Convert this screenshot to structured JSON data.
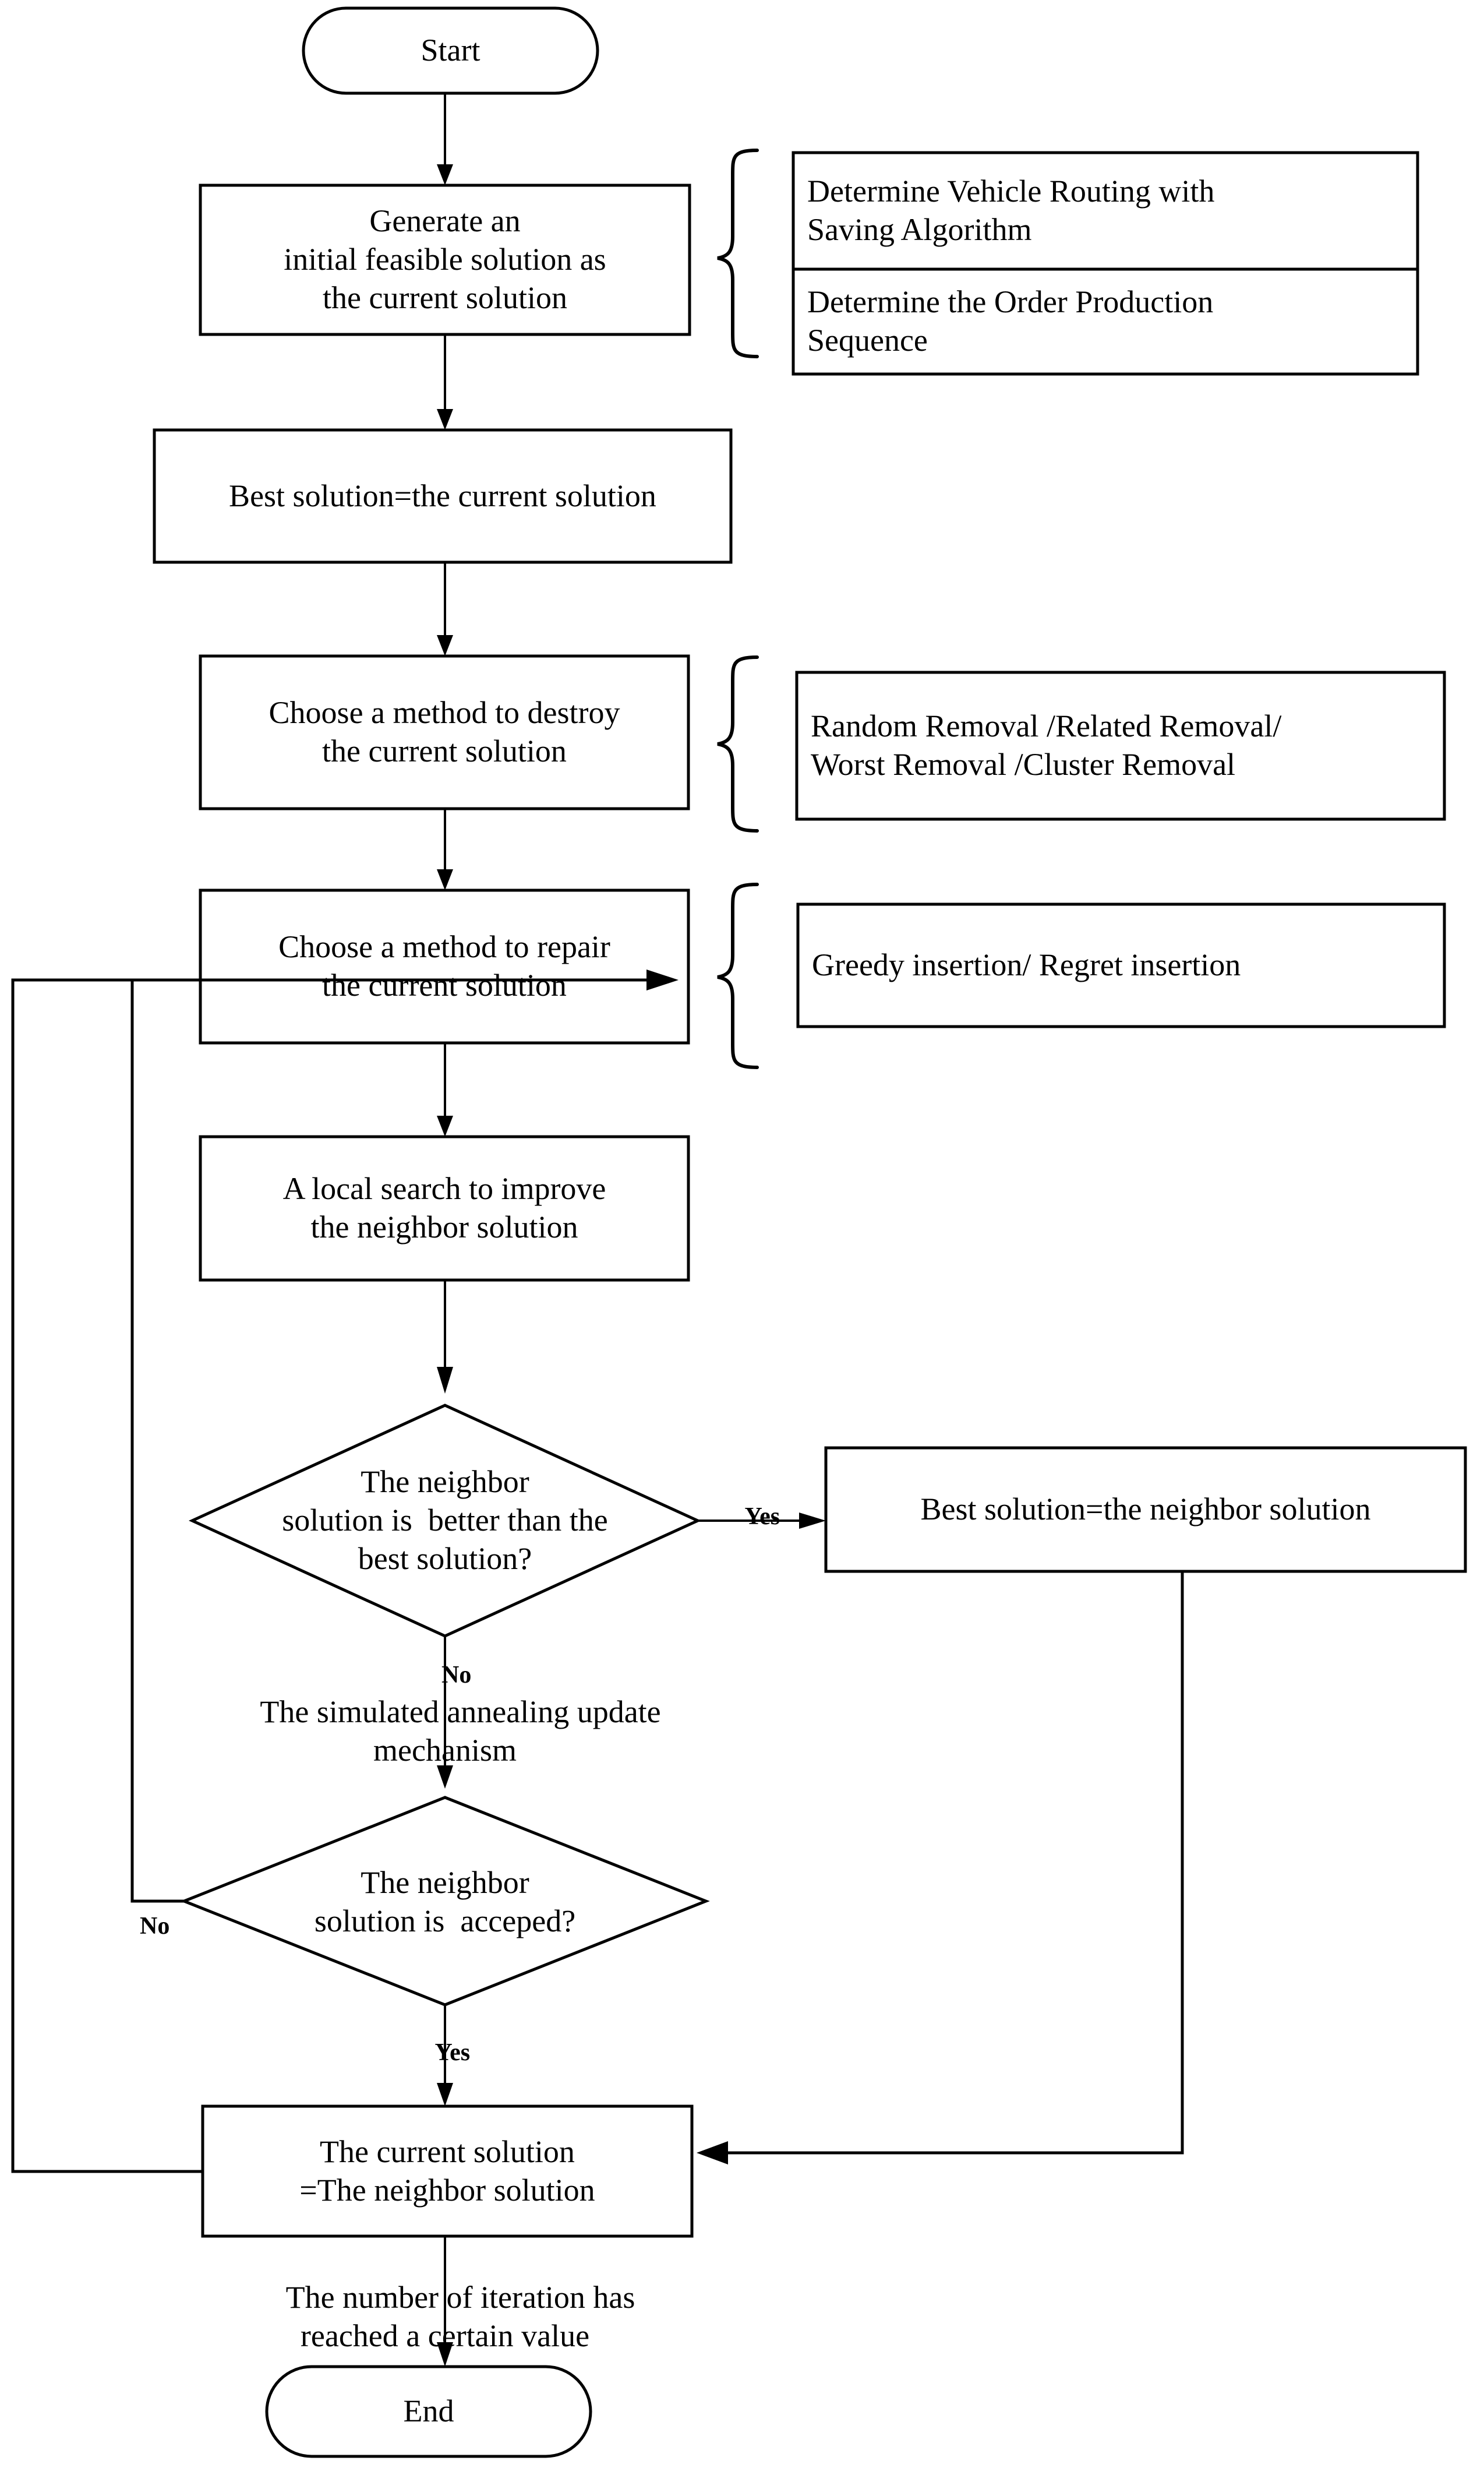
{
  "diagram": {
    "title": "Adaptive Large Neighborhood Search Algorithm Flowchart",
    "stroke_color": "#000000",
    "background_color": "#ffffff",
    "nodes": {
      "start": {
        "label": "Start",
        "shape": "terminator"
      },
      "generate_initial": {
        "label": "Generate an\ninitial feasible solution as\nthe current solution",
        "shape": "process"
      },
      "best_equals_current": {
        "label": "Best solution=the current solution",
        "shape": "process"
      },
      "choose_destroy": {
        "label": "Choose a method to destroy\nthe current solution",
        "shape": "process"
      },
      "choose_repair": {
        "label": "Choose a method to repair\nthe current solution",
        "shape": "process"
      },
      "local_search": {
        "label": "A local search to improve\nthe neighbor solution",
        "shape": "process"
      },
      "decision_better": {
        "label": "The neighbor\nsolution is  better than the\nbest solution?",
        "shape": "decision"
      },
      "best_equals_neighbor": {
        "label": "Best solution=the neighbor solution",
        "shape": "process"
      },
      "decision_accepted": {
        "label": "The neighbor\nsolution is  acceped?",
        "shape": "decision"
      },
      "current_equals_neighbor": {
        "label": "The current solution\n=The neighbor solution",
        "shape": "process"
      },
      "end": {
        "label": "End",
        "shape": "terminator"
      }
    },
    "annotations": {
      "initial_solution_methods": {
        "rows": [
          "Determine Vehicle Routing with\nSaving Algorithm",
          "Determine the Order Production\nSequence"
        ]
      },
      "destroy_methods": {
        "rows": [
          "Random Removal /Related Removal/\nWorst Removal /Cluster Removal"
        ]
      },
      "repair_methods": {
        "rows": [
          "Greedy insertion/ Regret insertion"
        ]
      }
    },
    "edge_labels": {
      "better_yes": "Yes",
      "better_no": "No",
      "accepted_no": "No",
      "accepted_yes": "Yes"
    },
    "free_texts": {
      "simulated_annealing": "The simulated annealing update\nmechanism",
      "iteration_limit": "The number of iteration has\nreached a certain value"
    }
  }
}
